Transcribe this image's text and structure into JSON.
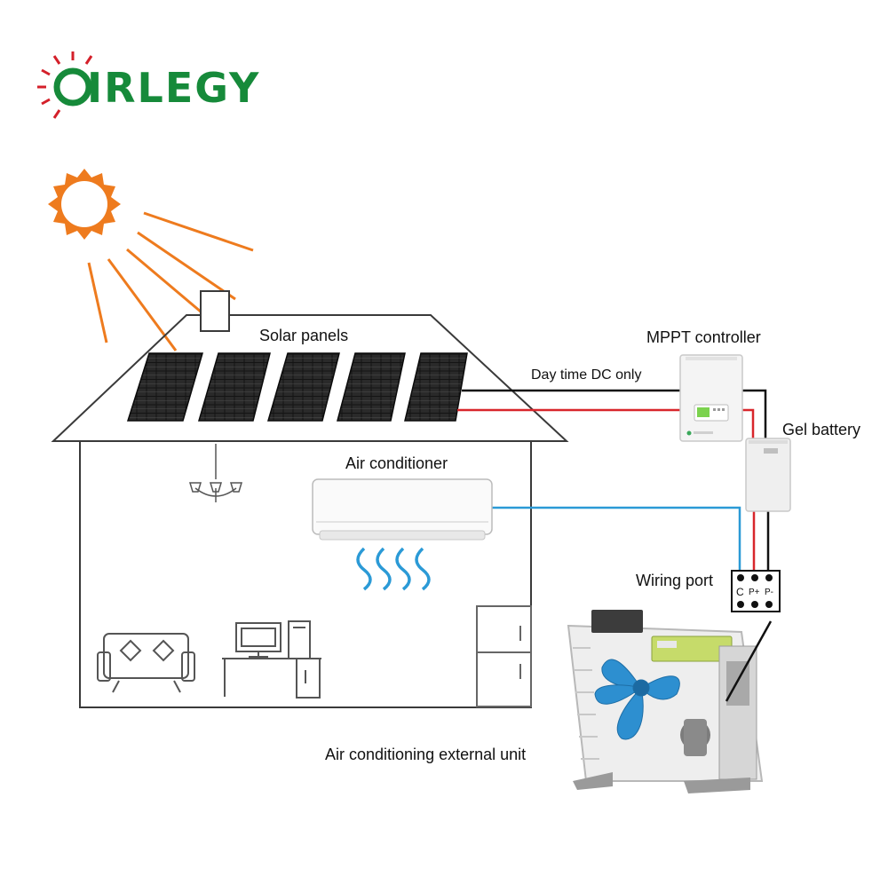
{
  "logo": {
    "text": "IRLEGY",
    "color": "#168a3a",
    "accent": "#d4202a"
  },
  "labels": {
    "solar_panels": "Solar panels",
    "mppt_controller": "MPPT controller",
    "day_time_dc_only": "Day time DC only",
    "gel_battery": "Gel battery",
    "air_conditioner": "Air conditioner",
    "wiring_port": "Wiring port",
    "external_unit": "Air conditioning external unit"
  },
  "wiring_port_terminals": [
    "C",
    "P+",
    "P-"
  ],
  "colors": {
    "sun": "#ee7b1e",
    "negative_wire": "#111111",
    "positive_wire": "#d8262b",
    "ac_cable": "#2b9ad6",
    "outline": "#3a3a3a",
    "fan_blade": "#2d8fd0"
  }
}
